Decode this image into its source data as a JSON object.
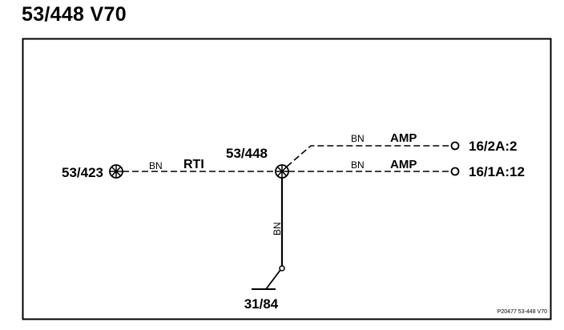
{
  "title": "53/448 V70",
  "nodes": {
    "left_connector": "53/423",
    "junction": "53/448",
    "top_right_terminal": "16/2A:2",
    "mid_right_terminal": "16/1A:12",
    "ground": "31/84"
  },
  "wires": {
    "left": {
      "color": "BN",
      "signal": "RTI"
    },
    "top_right": {
      "color": "BN",
      "signal": "AMP"
    },
    "mid_right": {
      "color": "BN",
      "signal": "AMP"
    },
    "down": {
      "color": "BN"
    }
  },
  "reference_code": "P20477  53-448  V70"
}
